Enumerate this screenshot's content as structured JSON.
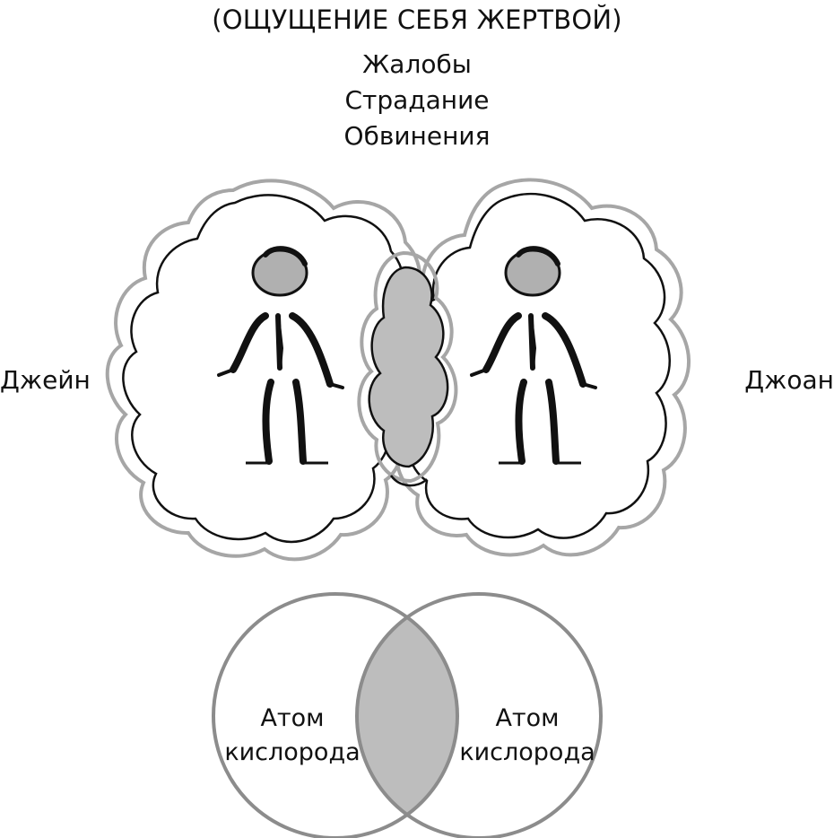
{
  "title": "(ОЩУЩЕНИЕ СЕБЯ ЖЕРТВОЙ)",
  "reasons": [
    "Жалобы",
    "Страдание",
    "Обвинения"
  ],
  "people": {
    "left": "Джейн",
    "right": "Джоан"
  },
  "atoms": {
    "left": {
      "line1": "Атом",
      "line2": "кислорода"
    },
    "right": {
      "line1": "Атом",
      "line2": "кислорода"
    }
  },
  "colors": {
    "ink": "#111111",
    "halo": "#a6a6a6",
    "fill_overlap": "#bdbdbd",
    "head_fill": "#b0b0b0",
    "circle_stroke": "#8c8c8c"
  }
}
